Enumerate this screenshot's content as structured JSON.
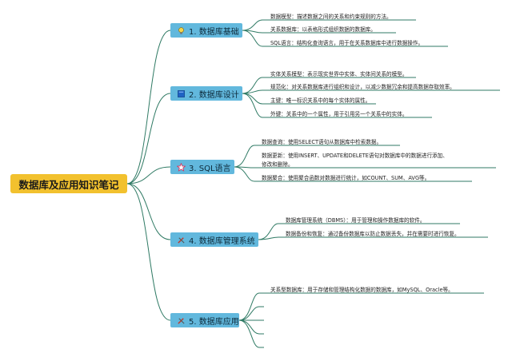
{
  "root": {
    "label": "数据库及应用知识笔记"
  },
  "branches": [
    {
      "label": "1. 数据库基础",
      "icon": "bulb-icon",
      "items": [
        "数据模型：描述数据之间的关系和约束规则的方法。",
        "关系数据库：以表格形式组织数据的数据库。",
        "SQL语言：结构化查询语言，用于在关系数据库中进行数据操作。"
      ]
    },
    {
      "label": "2. 数据库设计",
      "icon": "book-icon",
      "items": [
        "实体关系模型：表示现实世界中实体、实体间关系的模型。",
        "规范化：对关系数据库进行组织和设计，以减少数据冗余和提高数据存取效率。",
        "主键：唯一标识关系中的每个实体的属性。",
        "外键：关系中的一个属性，用于引用另一个关系中的实体。"
      ]
    },
    {
      "label": "3. SQL语言",
      "icon": "star-icon",
      "items": [
        "数据查询：使用SELECT语句从数据库中检索数据。",
        "数据更新：使用INSERT、UPDATE和DELETE语句对数据库中的数据进行添加、",
        "修改和删除。",
        "数据聚合：使用聚合函数对数据进行统计，如COUNT、SUM、AVG等。"
      ]
    },
    {
      "label": "4. 数据库管理系统",
      "icon": "tools-icon",
      "items": [
        "数据库管理系统（DBMS）：用于管理和操作数据库的软件。",
        "数据备份和恢复：通过备份数据库以防止数据丢失，并在需要时进行恢复。"
      ]
    },
    {
      "label": "5. 数据库应用",
      "icon": "tools-icon",
      "items": [
        "关系型数据库：用于存储和管理结构化数据的数据库，如MySQL、Oracle等。"
      ]
    }
  ],
  "colors": {
    "root": "#f2c12e",
    "node": "#62b8dd",
    "line": "#2f7a64"
  }
}
